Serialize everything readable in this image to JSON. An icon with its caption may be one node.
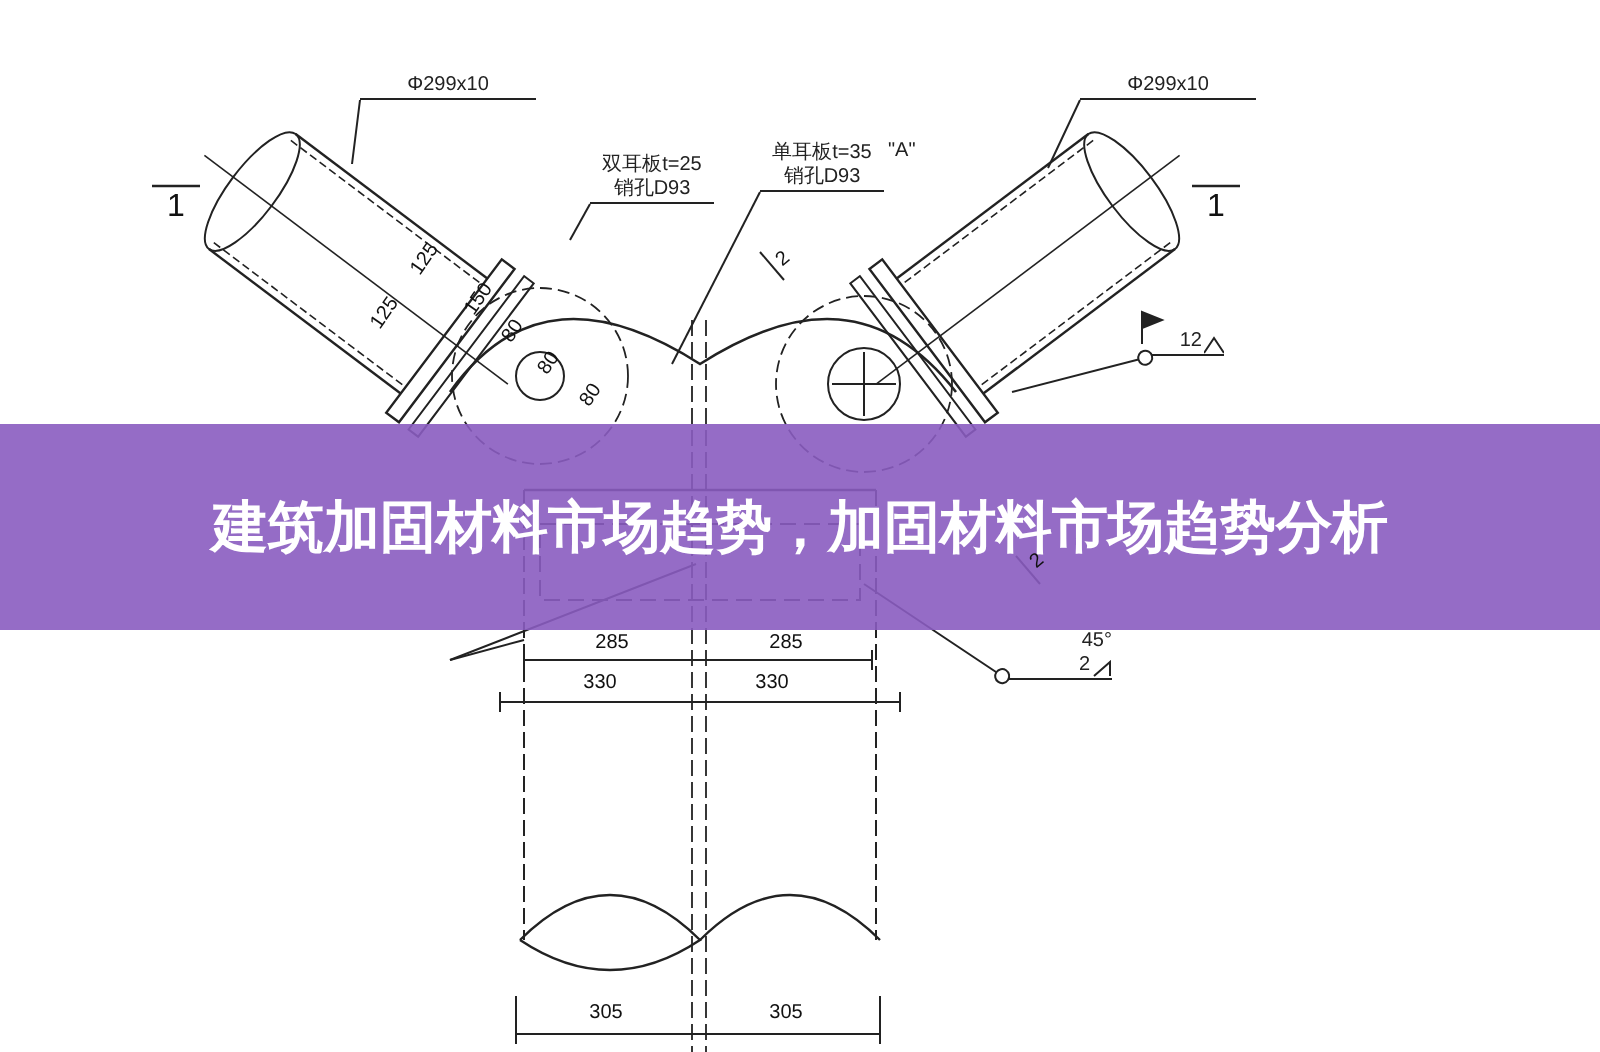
{
  "diagram": {
    "title": "建筑加固材料市场趋势，加固材料市场趋势分析",
    "nodes": [
      {
        "text": [
          "Φ299x10"
        ]
      },
      {
        "text": [
          "Φ299x10"
        ]
      },
      {
        "text": [
          "双耳板t=25",
          "销孔D93"
        ]
      },
      {
        "text": [
          "单耳板t=35",
          "销孔D93"
        ],
        "beside": [
          "\"A\""
        ]
      },
      {
        "text": [
          "12"
        ]
      },
      {
        "text": [
          "45°",
          "2"
        ]
      }
    ],
    "edges": [
      {
        "from": 0,
        "to": null,
        "arrow": "none"
      },
      {
        "from": 1,
        "to": null,
        "arrow": "none"
      },
      {
        "from": 2,
        "to": null,
        "arrow": "none"
      },
      {
        "from": 3,
        "to": null,
        "arrow": "none"
      },
      {
        "from": null,
        "to": 4,
        "arrow": "other"
      },
      {
        "from": null,
        "to": 5,
        "arrow": "other"
      }
    ],
    "labels": [
      "1",
      "1",
      "2",
      "125",
      "125",
      "150",
      "80",
      "80",
      "80",
      "2",
      "285",
      "285",
      "330",
      "330",
      "305",
      "305"
    ]
  }
}
